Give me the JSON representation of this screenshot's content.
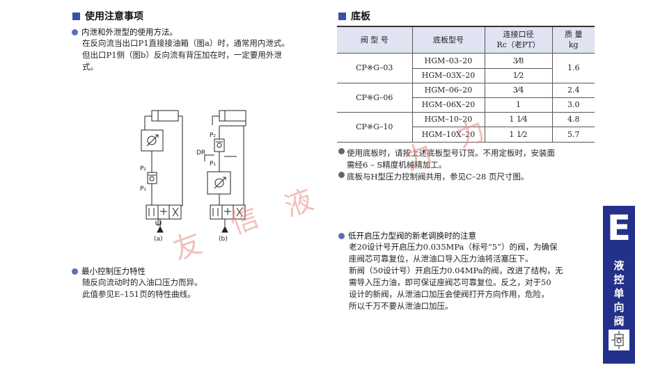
{
  "left": {
    "title": "使用注意事项",
    "section1": {
      "heading": "内泄和外泄型的使用方法。",
      "lines": [
        "在反向流当出口P1直接接油箱（图a）时，通常用内泄式。",
        "但出口P1侧（图b）反向流有背压加在时，一定要用外泄",
        "式。"
      ]
    },
    "diagram": {
      "a_label": "(a)",
      "b_label": "(b)",
      "p2_a": "P₂",
      "p1_a": "P₁",
      "p2_b": "P₂",
      "p1_b": "P₁",
      "dr": "DR"
    },
    "section2": {
      "heading": "最小控制压力特性",
      "lines": [
        "随反向流动时的入油口压力而异。",
        "此值参见E–151页的特性曲线。"
      ]
    }
  },
  "right": {
    "title": "底板",
    "table": {
      "headers": [
        "阀 型 号",
        "底板型号",
        "连接口径",
        "Rc（老PT）",
        "质 量",
        "kg"
      ],
      "groups": [
        {
          "valve": "CP※G–03",
          "rows": [
            {
              "plate": "HGM–03–20",
              "port": "3⁄8",
              "mass": "1.6"
            },
            {
              "plate": "HGM–03X–20",
              "port": "1⁄2",
              "mass": ""
            }
          ]
        },
        {
          "valve": "CP※G–06",
          "rows": [
            {
              "plate": "HGM–06–20",
              "port": "3⁄4",
              "mass": "2.4"
            },
            {
              "plate": "HGM–06X–20",
              "port": "1",
              "mass": "3.0"
            }
          ]
        },
        {
          "valve": "CP※G–10",
          "rows": [
            {
              "plate": "HGM–10–20",
              "port": "1 1⁄4",
              "mass": "4.8"
            },
            {
              "plate": "HGM–10X–20",
              "port": "1 1⁄2",
              "mass": "5.7"
            }
          ]
        }
      ]
    },
    "notes": [
      "使用底板时，请按上述底板型号订货。不用定板时，安装面",
      "需经6 – S精度机械精加工。",
      "底板与H型压力控制阀共用，参见C–28 页尺寸图。"
    ],
    "section3": {
      "heading": "低开启压力型阀的新老调换时的注意",
      "lines": [
        "老20设计号开启压力0.035MPa（标号“5”）的阀，为确保",
        "座阀芯可靠复位，从泄油口导入压力油将活塞压下。",
        "新阀（50设计号）开启压力0.04MPa的阀，改进了结构，无",
        "需导入压力油，即可保证座阀芯可靠复位。反之，对于50",
        "设计的新阀，从泄油口加压会使阀打开方向作用，危险，",
        "所以千万不要从泄油口加压。"
      ]
    }
  },
  "sidebar": {
    "letter": "E",
    "chars": [
      "液",
      "控",
      "单",
      "向",
      "阀"
    ]
  },
  "watermark": {
    "chars": [
      "友",
      "信",
      "液",
      "力",
      "力"
    ]
  },
  "colors": {
    "accent": "#3a4fa8",
    "sidebar": "#24318a",
    "table_header": "#dfe3f2",
    "watermark": "#e88c86"
  }
}
